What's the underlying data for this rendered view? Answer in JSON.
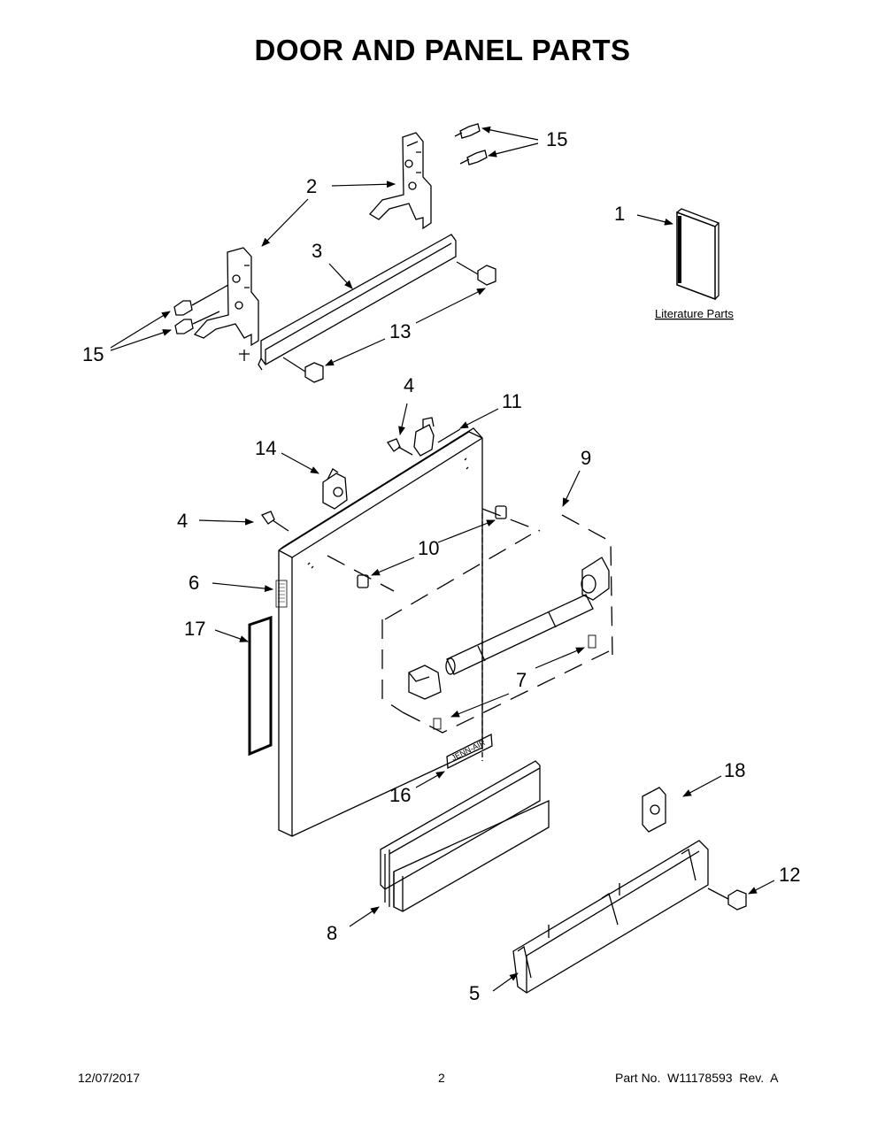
{
  "title": "DOOR AND PANEL PARTS",
  "literature_label": "Literature Parts",
  "callouts": {
    "c1": "1",
    "c2": "2",
    "c3": "3",
    "c4a": "4",
    "c4b": "4",
    "c5": "5",
    "c6": "6",
    "c7": "7",
    "c8": "8",
    "c9": "9",
    "c10": "10",
    "c11": "11",
    "c12": "12",
    "c13": "13",
    "c14": "14",
    "c15a": "15",
    "c15b": "15",
    "c16": "16",
    "c17": "17",
    "c18": "18"
  },
  "badge_text": "JENN-AIR",
  "footer": {
    "date": "12/07/2017",
    "page": "2",
    "part": "Part No.  W11178593  Rev.  A"
  }
}
